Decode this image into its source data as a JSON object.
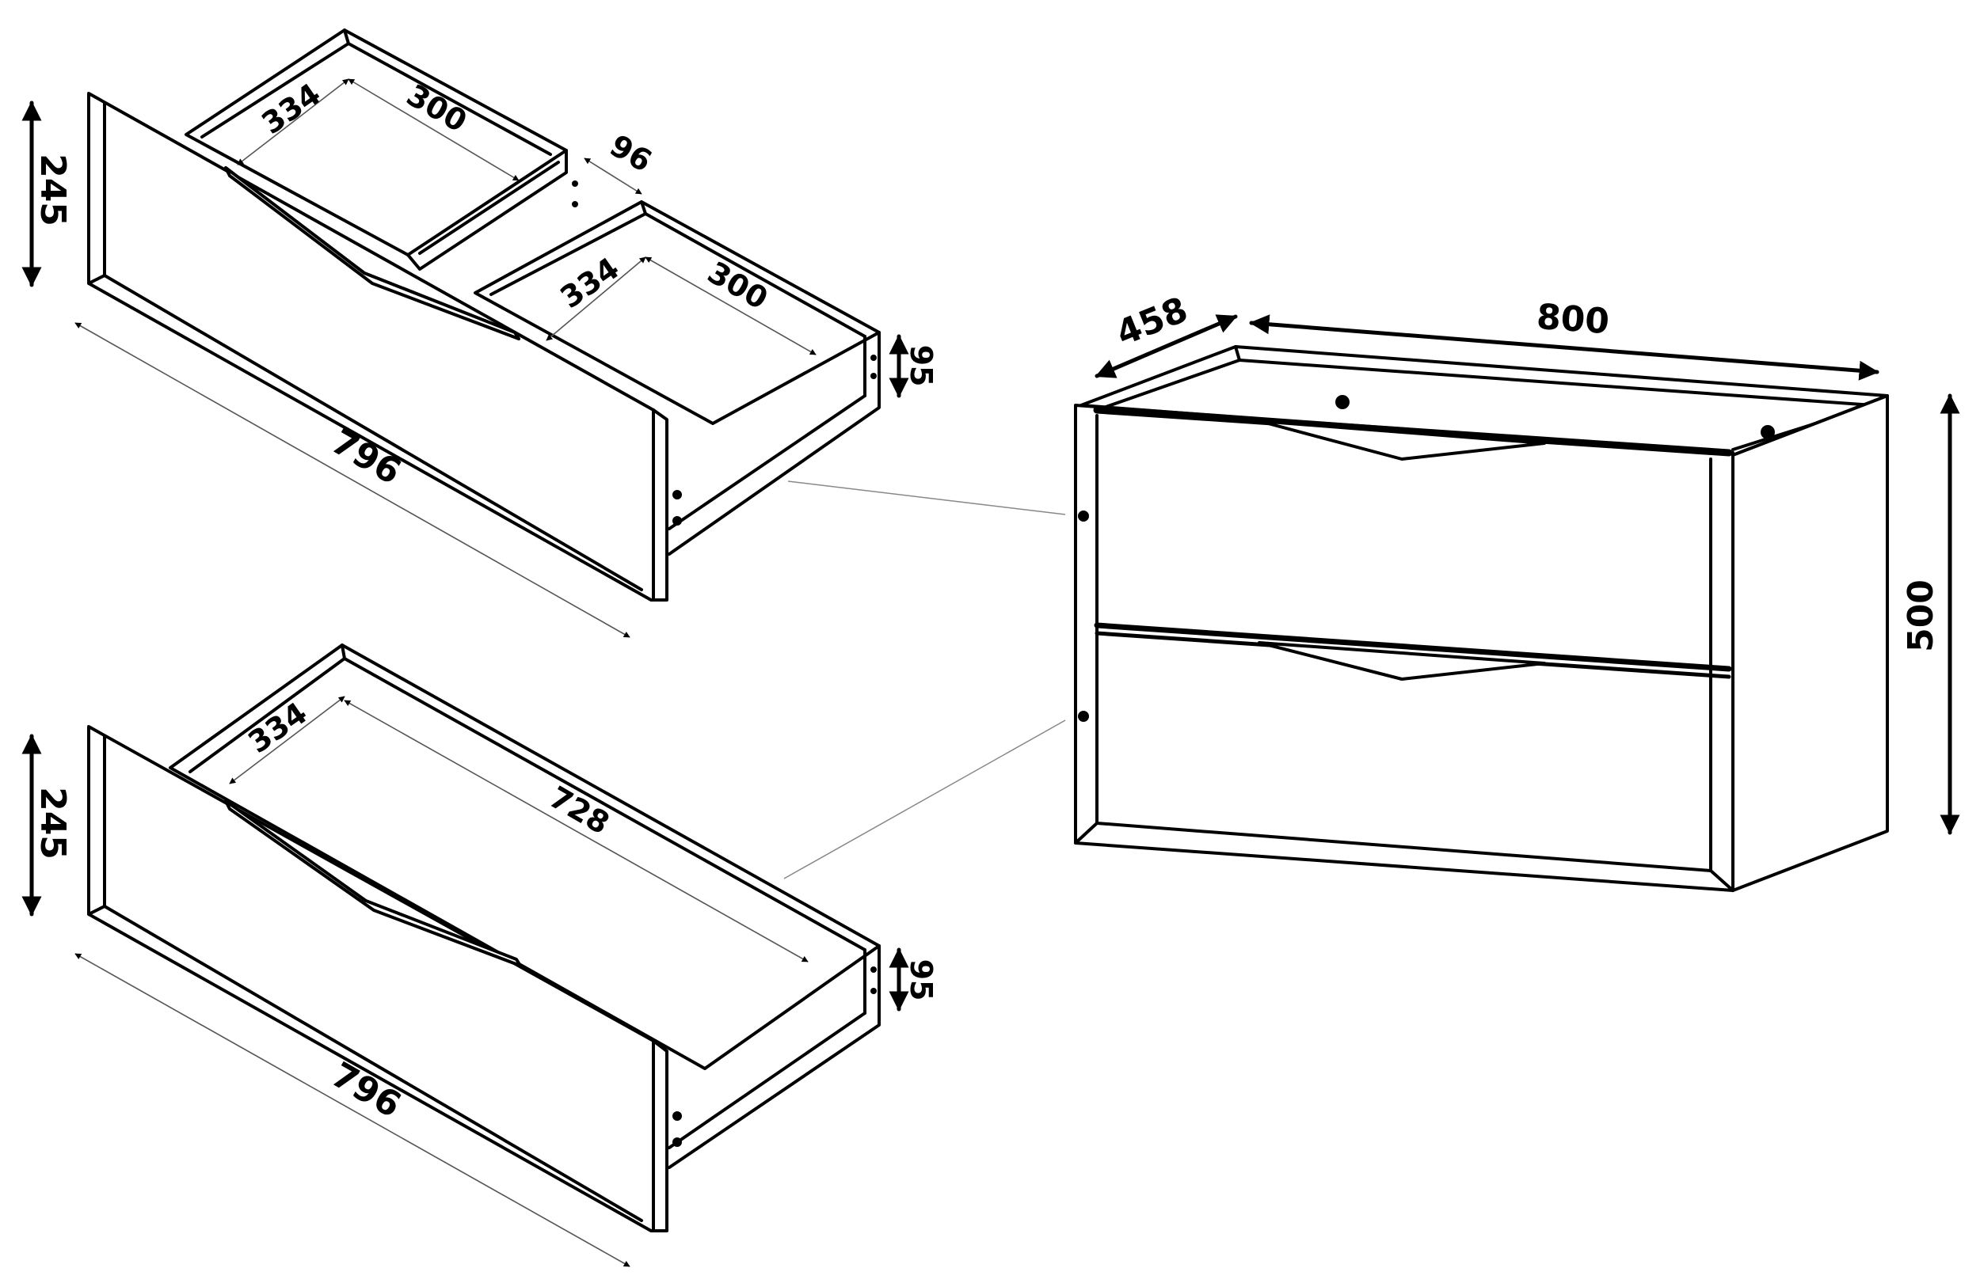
{
  "dimensions": {
    "top_drawer": {
      "height": "245",
      "front_width": "796",
      "left_box_depth": "334",
      "left_box_width": "300",
      "gap": "96",
      "right_box_depth": "334",
      "right_box_width": "300",
      "box_height": "95"
    },
    "bottom_drawer": {
      "height": "245",
      "front_width": "796",
      "box_depth": "334",
      "box_width": "728",
      "box_height": "95"
    },
    "cabinet": {
      "depth": "458",
      "width": "800",
      "height": "500"
    }
  }
}
